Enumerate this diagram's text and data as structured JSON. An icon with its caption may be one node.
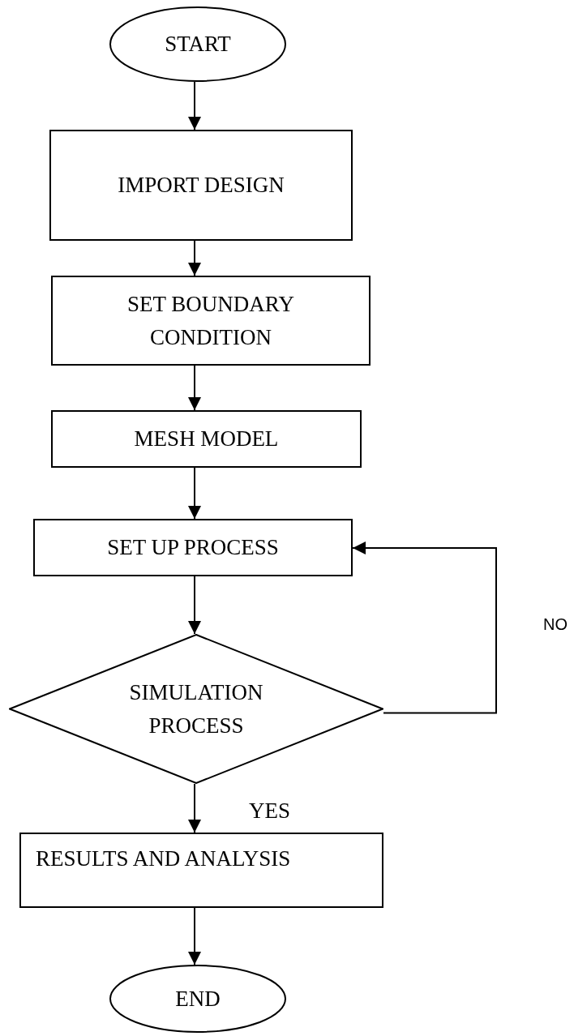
{
  "diagram": {
    "nodes": [
      {
        "text": [
          "START"
        ]
      },
      {
        "text": [
          "IMPORT DESIGN"
        ]
      },
      {
        "text": [
          "SET BOUNDARY CONDITION"
        ]
      },
      {
        "text": [
          "MESH MODEL"
        ]
      },
      {
        "text": [
          "SET UP PROCESS"
        ]
      },
      {
        "text": [
          "SIMULATION PROCESS"
        ]
      },
      {
        "text": [
          "RESULTS AND ANALYSIS"
        ]
      },
      {
        "text": [
          "END"
        ]
      }
    ],
    "edges": [
      {
        "from": 0,
        "to": 1,
        "arrow": "to"
      },
      {
        "from": 1,
        "to": 2,
        "arrow": "to"
      },
      {
        "from": 2,
        "to": 3,
        "arrow": "to"
      },
      {
        "from": 3,
        "to": 4,
        "arrow": "to"
      },
      {
        "from": 4,
        "to": 5,
        "arrow": "to"
      },
      {
        "from": 5,
        "to": 4,
        "arrow": "to",
        "label": "NO"
      },
      {
        "from": 5,
        "to": 6,
        "arrow": "to",
        "label": "YES"
      },
      {
        "from": 6,
        "to": 7,
        "arrow": "to"
      }
    ]
  }
}
